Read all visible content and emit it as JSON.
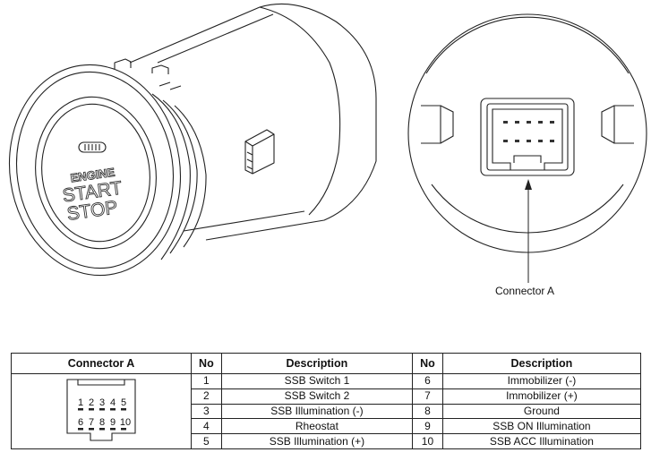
{
  "button_face": {
    "line1": "ENGINE",
    "line2": "START",
    "line3": "STOP"
  },
  "callout": {
    "label": "Connector A"
  },
  "table": {
    "headers": [
      "Connector A",
      "No",
      "Description",
      "No",
      "Description"
    ],
    "rows": [
      {
        "no1": "1",
        "desc1": "SSB Switch 1",
        "no2": "6",
        "desc2": "Immobilizer (-)"
      },
      {
        "no1": "2",
        "desc1": "SSB Switch 2",
        "no2": "7",
        "desc2": "Immobilizer (+)"
      },
      {
        "no1": "3",
        "desc1": "SSB Illumination (-)",
        "no2": "8",
        "desc2": "Ground"
      },
      {
        "no1": "4",
        "desc1": "Rheostat",
        "no2": "9",
        "desc2": "SSB ON Illumination"
      },
      {
        "no1": "5",
        "desc1": "SSB Illumination (+)",
        "no2": "10",
        "desc2": "SSB ACC Illumination"
      }
    ]
  },
  "connector_pins": {
    "top_row": [
      "1",
      "2",
      "3",
      "4",
      "5"
    ],
    "bottom_row": [
      "6",
      "7",
      "8",
      "9",
      "10"
    ]
  }
}
